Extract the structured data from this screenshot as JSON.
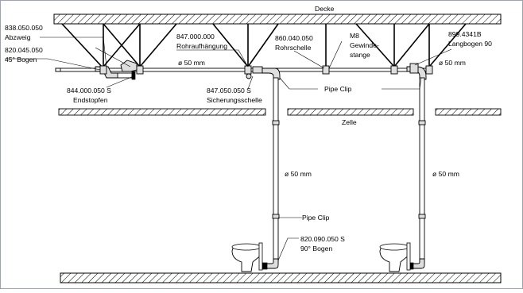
{
  "diagram": {
    "slab_labels": {
      "ceiling": "Decke",
      "cell": "Zelle"
    },
    "labels": {
      "branch_code": "838.050.050",
      "branch_name": "Abzweig",
      "bend45_code": "820.045.050",
      "bend45_name": "45° Bogen",
      "endcap_code": "844.000.050 S",
      "endcap_name": "Endstopfen",
      "hanger_code": "847.000.000",
      "hanger_name": "Rohraufhängung",
      "safety_clamp_code": "847.050.050 S",
      "safety_clamp_name": "Sicherungsschelle",
      "pipe_clamp_code": "860.040.050",
      "pipe_clamp_name": "Rohrschelle",
      "rod_code": "M8",
      "rod_name_1": "Gewinde-",
      "rod_name_2": "stange",
      "long_bend_code": "899.4341B",
      "long_bend_name": "Langbogen 90",
      "pipe_clip_upper": "Pipe Clip",
      "pipe_clip_lower": "Pipe Clip",
      "bend90_code": "820.090.050 S",
      "bend90_name": "90° Bogen"
    },
    "diameters": {
      "main_left": "ø 50 mm",
      "main_right": "ø 50 mm",
      "riser_left": "ø 50 mm",
      "riser_right": "ø 50 mm"
    }
  }
}
